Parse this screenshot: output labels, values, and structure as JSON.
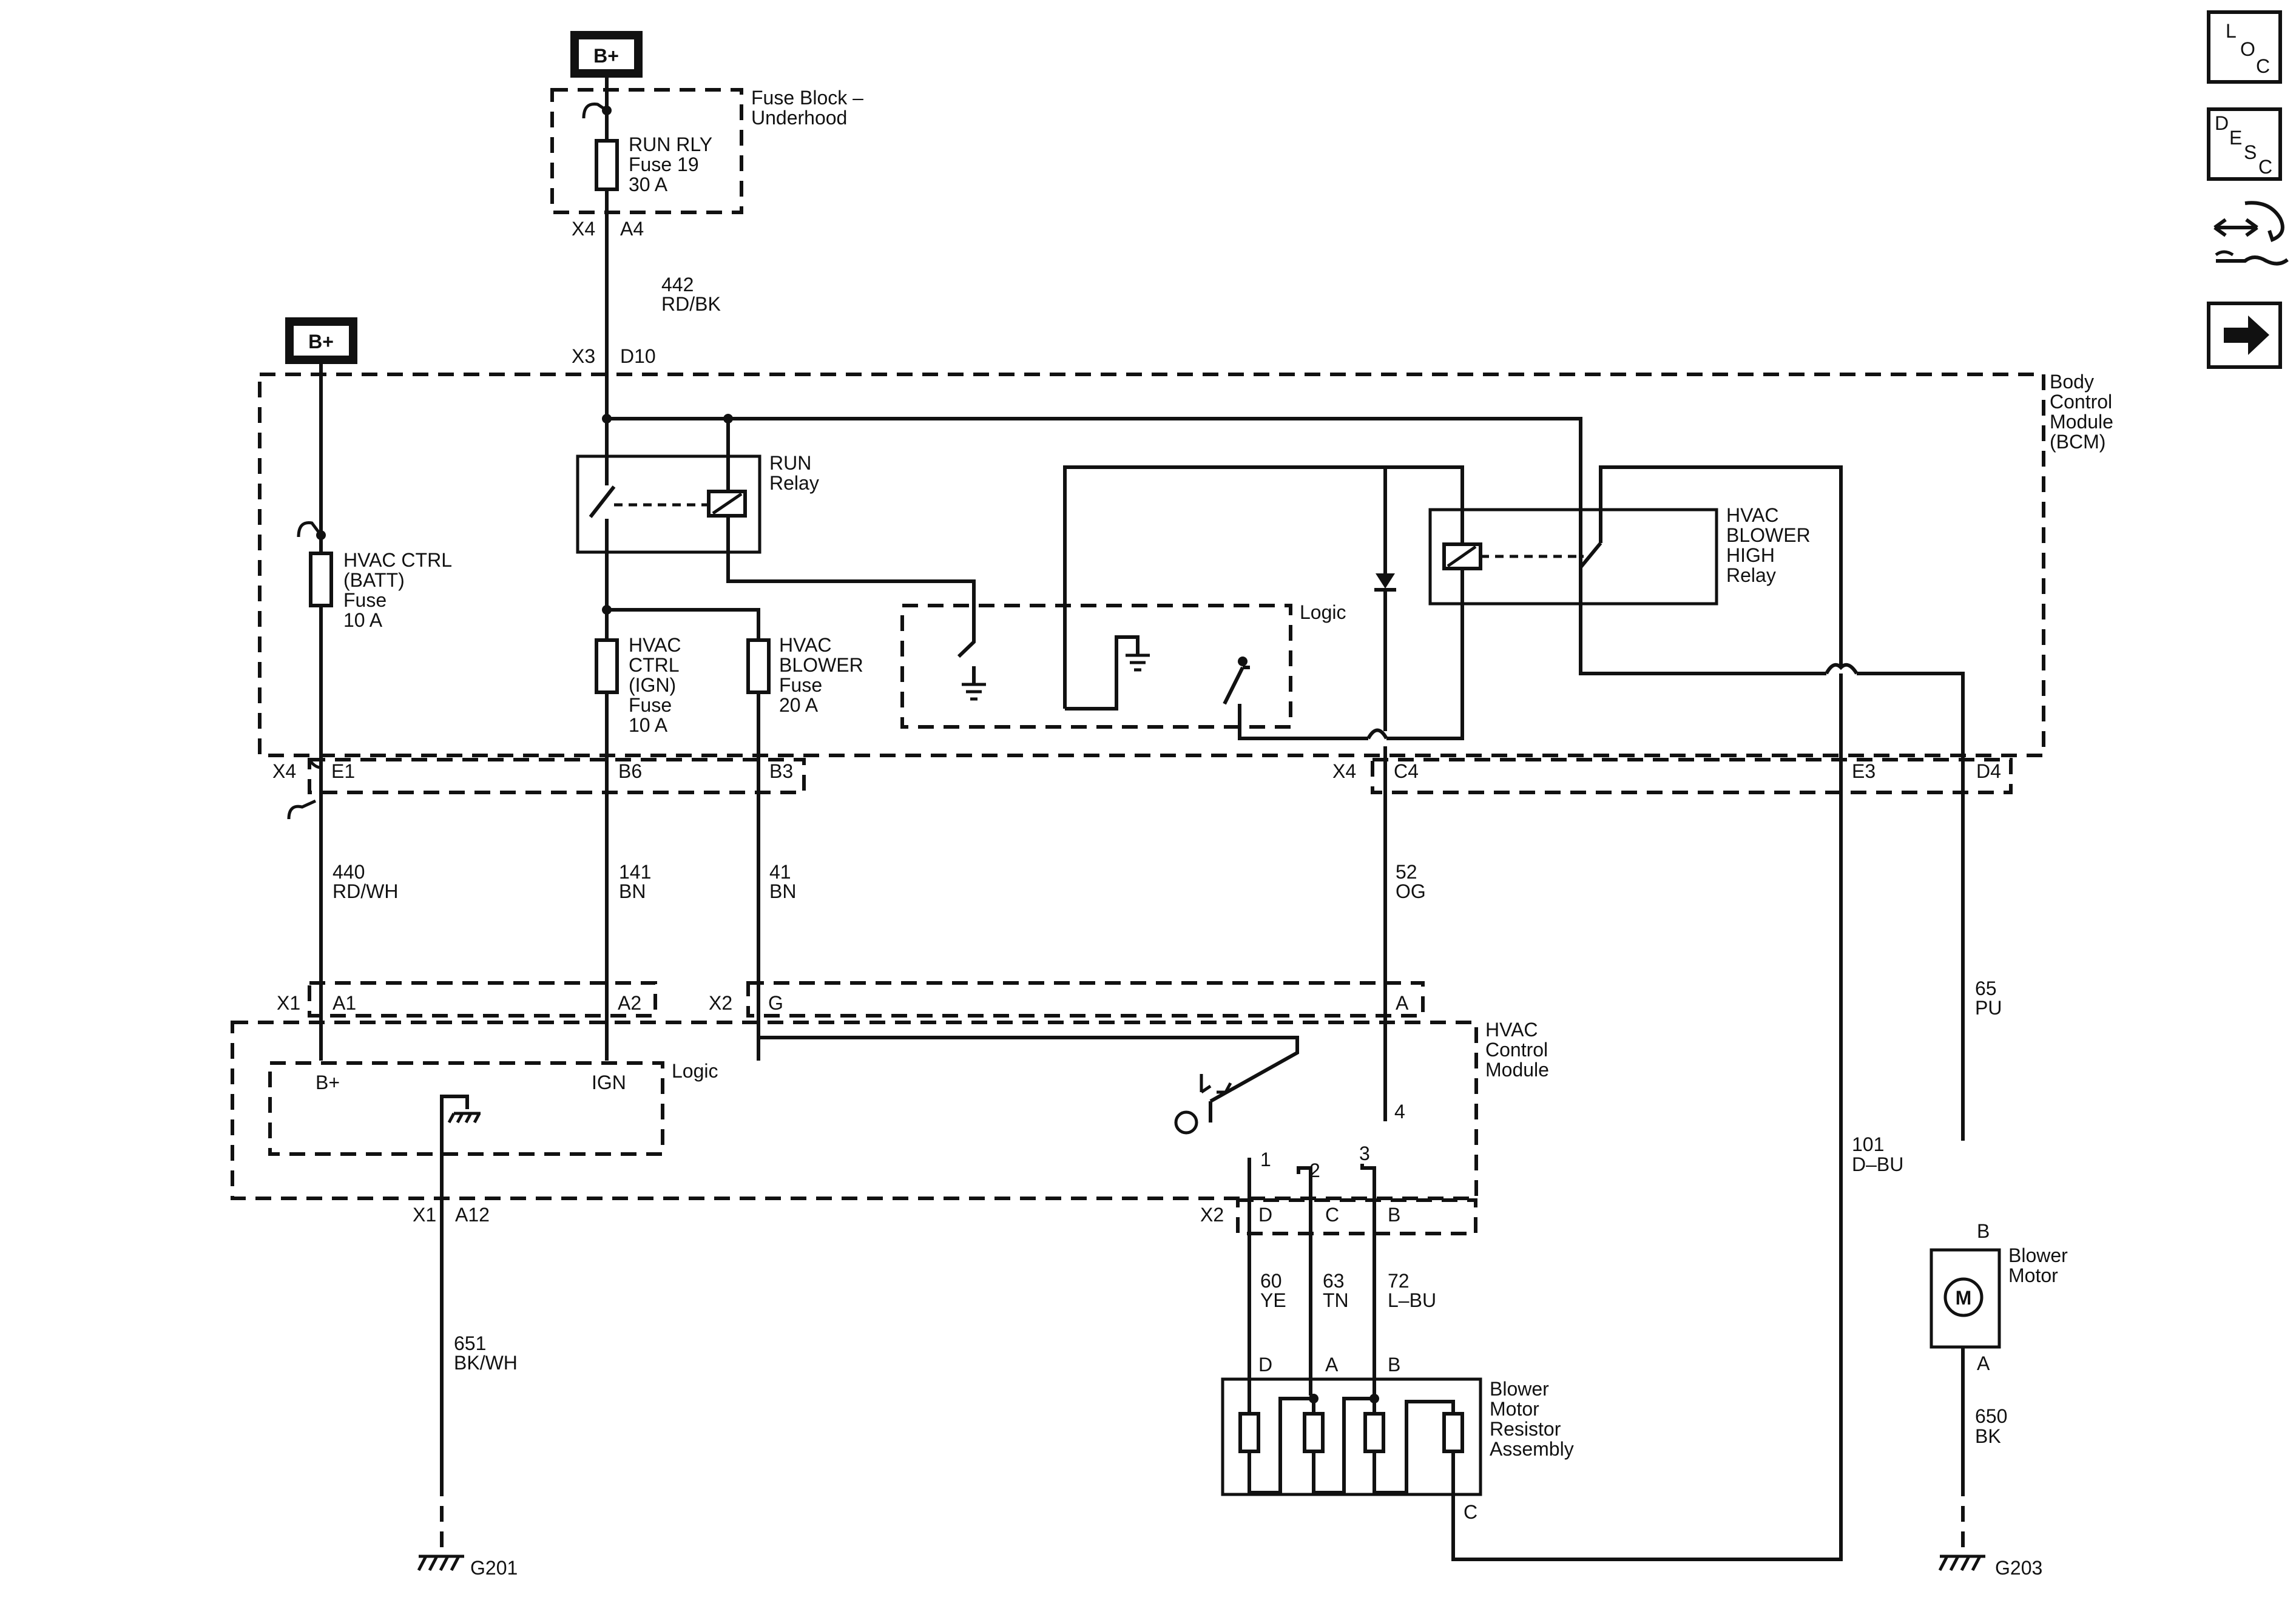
{
  "power_labels": {
    "bplus_fuse_block": "B+",
    "bplus_bcm": "B+"
  },
  "fuse_block": {
    "title_line1": "Fuse Block –",
    "title_line2": "Underhood",
    "fuse_line1": "RUN RLY",
    "fuse_line2": "Fuse 19",
    "fuse_line3": "30 A",
    "connector": "X4",
    "pin": "A4"
  },
  "wires": {
    "w442": {
      "circuit": "442",
      "color": "RD/BK"
    },
    "w440": {
      "circuit": "440",
      "color": "RD/WH"
    },
    "w141": {
      "circuit": "141",
      "color": "BN"
    },
    "w41": {
      "circuit": "41",
      "color": "BN"
    },
    "w52": {
      "circuit": "52",
      "color": "OG"
    },
    "w65": {
      "circuit": "65",
      "color": "PU"
    },
    "w101": {
      "circuit": "101",
      "color": "D–BU"
    },
    "w651": {
      "circuit": "651",
      "color": "BK/WH"
    },
    "w60": {
      "circuit": "60",
      "color": "YE"
    },
    "w63": {
      "circuit": "63",
      "color": "TN"
    },
    "w72": {
      "circuit": "72",
      "color": "L–BU"
    },
    "w650": {
      "circuit": "650",
      "color": "BK"
    }
  },
  "bcm": {
    "title_line1": "Body",
    "title_line2": "Control",
    "title_line3": "Module",
    "title_line4": "(BCM)",
    "x3": "X3",
    "d10": "D10",
    "run_relay_line1": "RUN",
    "run_relay_line2": "Relay",
    "hvac_ctrl_batt_line1": "HVAC CTRL",
    "hvac_ctrl_batt_line2": "(BATT)",
    "hvac_ctrl_batt_line3": "Fuse",
    "hvac_ctrl_batt_line4": "10 A",
    "hvac_ctrl_ign_line1": "HVAC",
    "hvac_ctrl_ign_line2": "CTRL",
    "hvac_ctrl_ign_line3": "(IGN)",
    "hvac_ctrl_ign_line4": "Fuse",
    "hvac_ctrl_ign_line5": "10 A",
    "hvac_blower_fuse_line1": "HVAC",
    "hvac_blower_fuse_line2": "BLOWER",
    "hvac_blower_fuse_line3": "Fuse",
    "hvac_blower_fuse_line4": "20 A",
    "logic": "Logic",
    "high_relay_line1": "HVAC",
    "high_relay_line2": "BLOWER",
    "high_relay_line3": "HIGH",
    "high_relay_line4": "Relay",
    "x4_left": "X4",
    "e1": "E1",
    "b6": "B6",
    "b3": "B3",
    "x4_right": "X4",
    "c4": "C4",
    "e3": "E3",
    "d4": "D4"
  },
  "hvac_module": {
    "title_line1": "HVAC",
    "title_line2": "Control",
    "title_line3": "Module",
    "x1_top": "X1",
    "a1": "A1",
    "a2": "A2",
    "x2_top": "X2",
    "g": "G",
    "a": "A",
    "bplus": "B+",
    "ign": "IGN",
    "logic": "Logic",
    "pin4": "4",
    "pin1": "1",
    "pin2": "2",
    "pin3": "3",
    "x1_bottom": "X1",
    "a12": "A12",
    "x2_bottom": "X2",
    "d": "D",
    "c": "C",
    "b": "B"
  },
  "resistor_assembly": {
    "line1": "Blower",
    "line2": "Motor",
    "line3": "Resistor",
    "line4": "Assembly",
    "pin_d": "D",
    "pin_a": "A",
    "pin_b": "B",
    "pin_c": "C"
  },
  "blower_motor": {
    "line1": "Blower",
    "line2": "Motor",
    "symbol": "M",
    "pin_b": "B",
    "pin_a": "A"
  },
  "grounds": {
    "g201": "G201",
    "g203": "G203"
  },
  "toolbar": {
    "loc": {
      "l": "L",
      "o": "O",
      "c": "C"
    },
    "desc": {
      "d": "D",
      "e": "E",
      "s": "S",
      "c": "C"
    },
    "icons": [
      "loc-button-icon",
      "desc-button-icon",
      "connector-tools-icon",
      "next-arrow-icon"
    ]
  }
}
